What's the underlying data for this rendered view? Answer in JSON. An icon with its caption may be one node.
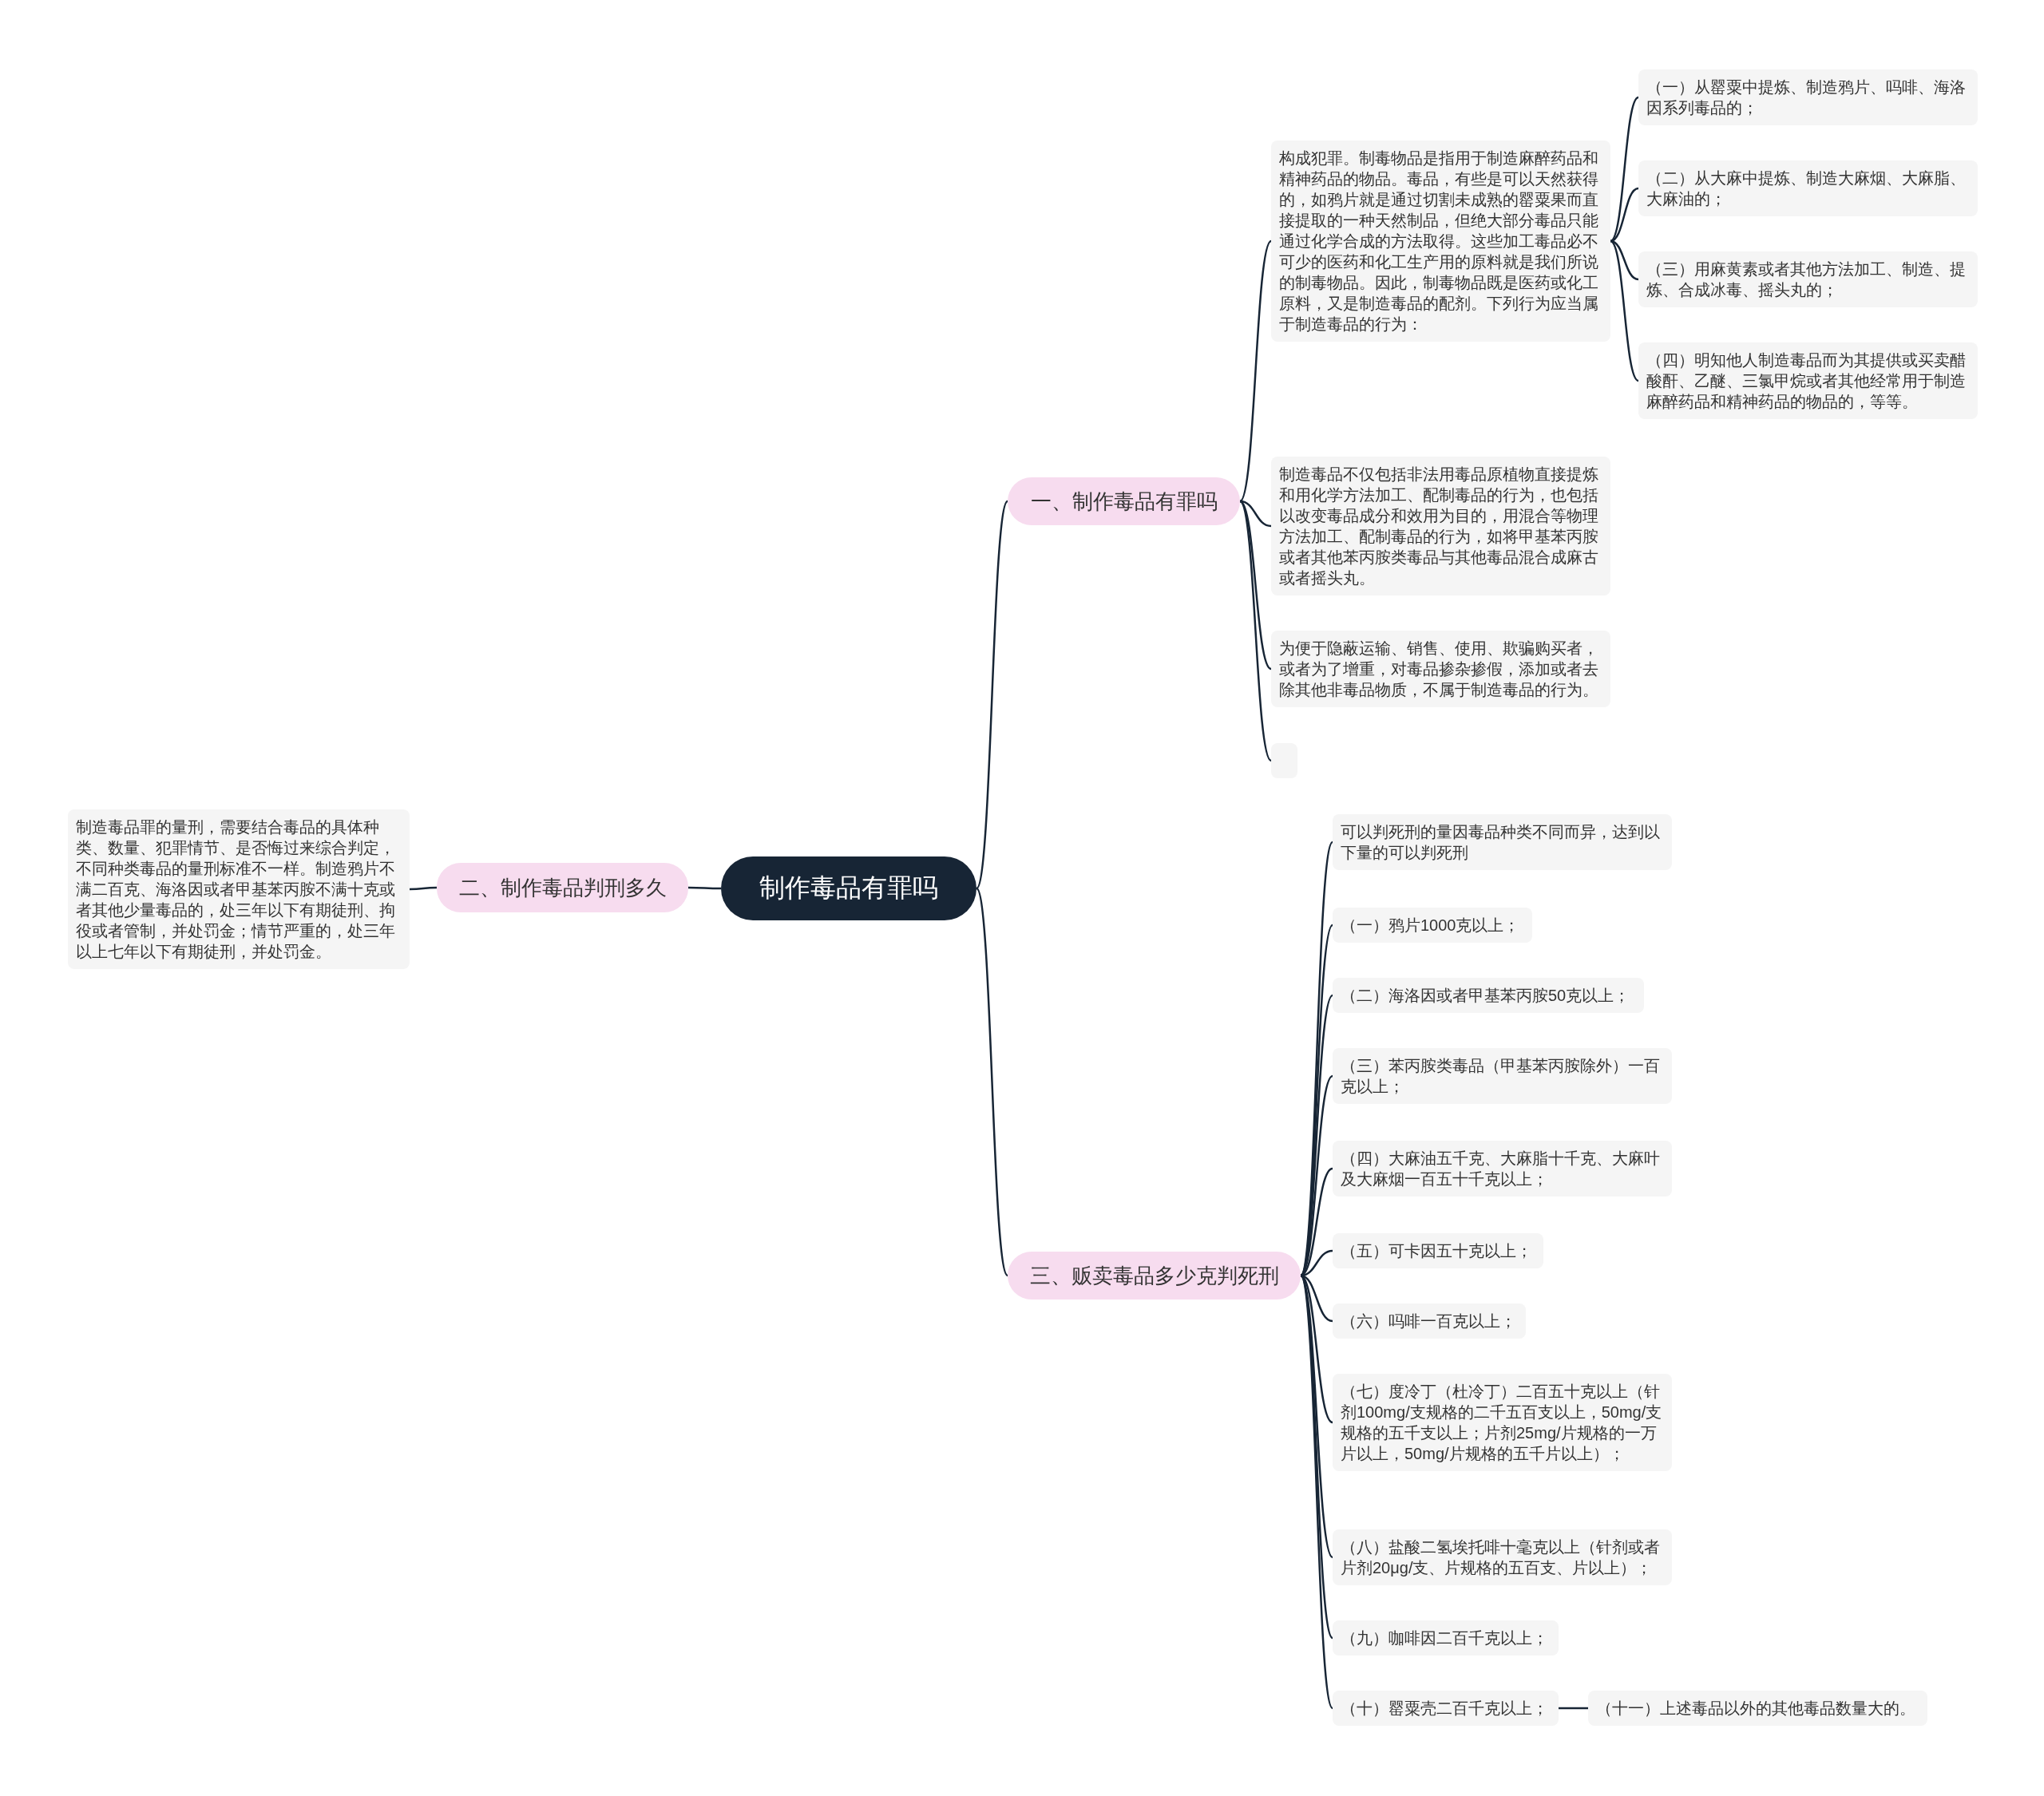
{
  "diagram": {
    "nodes": [
      {
        "text": [
          "制作毒品有罪吗"
        ]
      },
      {
        "text": [
          "一、制作毒品有罪吗"
        ]
      },
      {
        "text": [
          "构成犯罪。制毒物品是指用于制造麻醉药品和精神药品的物品。毒品，有些是可以天然获得的，如鸦片就是通过切割未成熟的罂粟果而直接提取的一种天然制品，但绝大部分毒品只能通过化学合成的方法取得。这些加工毒品必不可少的医药和化工生产用的原料就是我们所说的制毒物品。因此，制毒物品既是医药或化工原料，又是制造毒品的配剂。下列行为应当属于制造毒品的行为："
        ]
      },
      {
        "text": [
          "（一）从罂粟中提炼、制造鸦片、吗啡、海洛因系列毒品的；"
        ]
      },
      {
        "text": [
          "（二）从大麻中提炼、制造大麻烟、大麻脂、大麻油的；"
        ]
      },
      {
        "text": [
          "（三）用麻黄素或者其他方法加工、制造、提炼、合成冰毒、摇头丸的；"
        ]
      },
      {
        "text": [
          "（四）明知他人制造毒品而为其提供或买卖醋酸酐、乙醚、三氯甲烷或者其他经常用于制造麻醉药品和精神药品的物品的，等等。"
        ]
      },
      {
        "text": [
          "制造毒品不仅包括非法用毒品原植物直接提炼和用化学方法加工、配制毒品的行为，也包括以改变毒品成分和效用为目的，用混合等物理方法加工、配制毒品的行为，如将甲基苯丙胺或者其他苯丙胺类毒品与其他毒品混合成麻古或者摇头丸。"
        ]
      },
      {
        "text": [
          "为便于隐蔽运输、销售、使用、欺骗购买者，或者为了增重，对毒品掺杂掺假，添加或者去除其他非毒品物质，不属于制造毒品的行为。"
        ]
      },
      {
        "text": [],
        "shape": "box"
      },
      {
        "text": [
          "二、制作毒品判刑多久"
        ]
      },
      {
        "text": [
          "制造毒品罪的量刑，需要结合毒品的具体种类、数量、犯罪情节、是否悔过来综合判定，不同种类毒品的量刑标准不一样。制造鸦片不满二百克、海洛因或者甲基苯丙胺不满十克或者其他少量毒品的，处三年以下有期徒刑、拘役或者管制，并处罚金；情节严重的，处三年以上七年以下有期徒刑，并处罚金。"
        ]
      },
      {
        "text": [
          "三、贩卖毒品多少克判死刑"
        ]
      },
      {
        "text": [
          "可以判死刑的量因毒品种类不同而异，达到以下量的可以判死刑"
        ]
      },
      {
        "text": [
          "（一）鸦片1000克以上；"
        ]
      },
      {
        "text": [
          "（二）海洛因或者甲基苯丙胺50克以上；"
        ]
      },
      {
        "text": [
          "（三）苯丙胺类毒品（甲基苯丙胺除外）一百克以上；"
        ]
      },
      {
        "text": [
          "（四）大麻油五千克、大麻脂十千克、大麻叶及大麻烟一百五十千克以上；"
        ]
      },
      {
        "text": [
          "（五）可卡因五十克以上；"
        ]
      },
      {
        "text": [
          "（六）吗啡一百克以上；"
        ]
      },
      {
        "text": [
          "（七）度冷丁（杜冷丁）二百五十克以上（针剂100mg/支规格的二千五百支以上，50mg/支规格的五千支以上；片剂25mg/片规格的一万片以上，50mg/片规格的五千片以上）；"
        ]
      },
      {
        "text": [
          "（八）盐酸二氢埃托啡十毫克以上（针剂或者片剂20μg/支、片规格的五百支、片以上）；"
        ]
      },
      {
        "text": [
          "（九）咖啡因二百千克以上；"
        ]
      },
      {
        "text": [
          "（十）罂粟壳二百千克以上；"
        ]
      },
      {
        "text": [
          "（十一）上述毒品以外的其他毒品数量大的。"
        ]
      }
    ],
    "edges": [
      {
        "from": 0,
        "to": 1,
        "arrow": "none"
      },
      {
        "from": 1,
        "to": 2,
        "arrow": "none"
      },
      {
        "from": 2,
        "to": 3,
        "arrow": "none"
      },
      {
        "from": 2,
        "to": 4,
        "arrow": "none"
      },
      {
        "from": 2,
        "to": 5,
        "arrow": "none"
      },
      {
        "from": 2,
        "to": 6,
        "arrow": "none"
      },
      {
        "from": 1,
        "to": 7,
        "arrow": "none"
      },
      {
        "from": 1,
        "to": 8,
        "arrow": "none"
      },
      {
        "from": 1,
        "to": 9,
        "arrow": "none"
      },
      {
        "from": 0,
        "to": 10,
        "arrow": "none"
      },
      {
        "from": 10,
        "to": 11,
        "arrow": "none"
      },
      {
        "from": 0,
        "to": 12,
        "arrow": "none"
      },
      {
        "from": 12,
        "to": 13,
        "arrow": "none"
      },
      {
        "from": 12,
        "to": 14,
        "arrow": "none"
      },
      {
        "from": 12,
        "to": 15,
        "arrow": "none"
      },
      {
        "from": 12,
        "to": 16,
        "arrow": "none"
      },
      {
        "from": 12,
        "to": 17,
        "arrow": "none"
      },
      {
        "from": 12,
        "to": 18,
        "arrow": "none"
      },
      {
        "from": 12,
        "to": 19,
        "arrow": "none"
      },
      {
        "from": 12,
        "to": 20,
        "arrow": "none"
      },
      {
        "from": 12,
        "to": 21,
        "arrow": "none"
      },
      {
        "from": 12,
        "to": 22,
        "arrow": "none"
      },
      {
        "from": 12,
        "to": 23,
        "arrow": "none"
      },
      {
        "from": 23,
        "to": 24,
        "arrow": "none"
      }
    ]
  }
}
